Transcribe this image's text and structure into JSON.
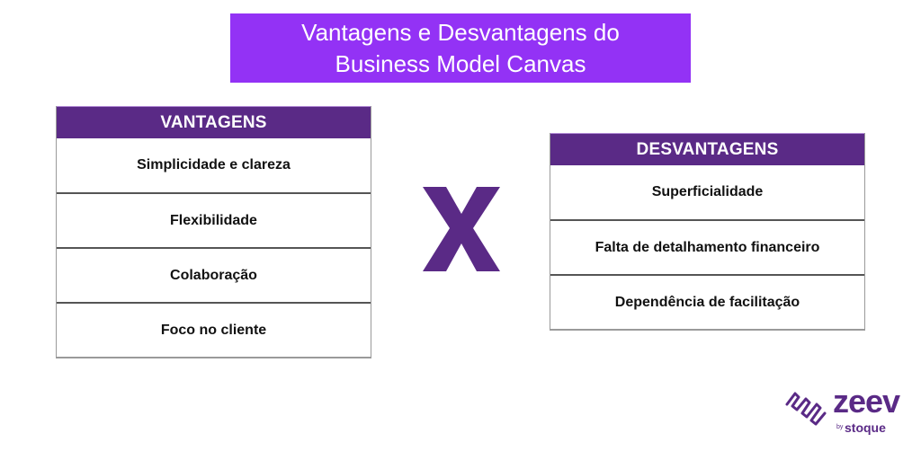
{
  "title": {
    "line1": "Vantagens e Desvantagens do",
    "line2": "Business Model Canvas"
  },
  "advantages": {
    "header": "VANTAGENS",
    "items": [
      "Simplicidade e clareza",
      "Flexibilidade",
      "Colaboração",
      "Foco no cliente"
    ]
  },
  "versus": {
    "symbol": "X"
  },
  "disadvantages": {
    "header": "DESVANTAGENS",
    "items": [
      "Superficialidade",
      "Falta de detalhamento financeiro",
      "Dependência de facilitação"
    ]
  },
  "logo": {
    "brand": "zeev",
    "by": "by",
    "company": "stoque"
  },
  "colors": {
    "title_bg": "#9332f5",
    "header_bg": "#5a2a86",
    "accent": "#5a2a86"
  }
}
